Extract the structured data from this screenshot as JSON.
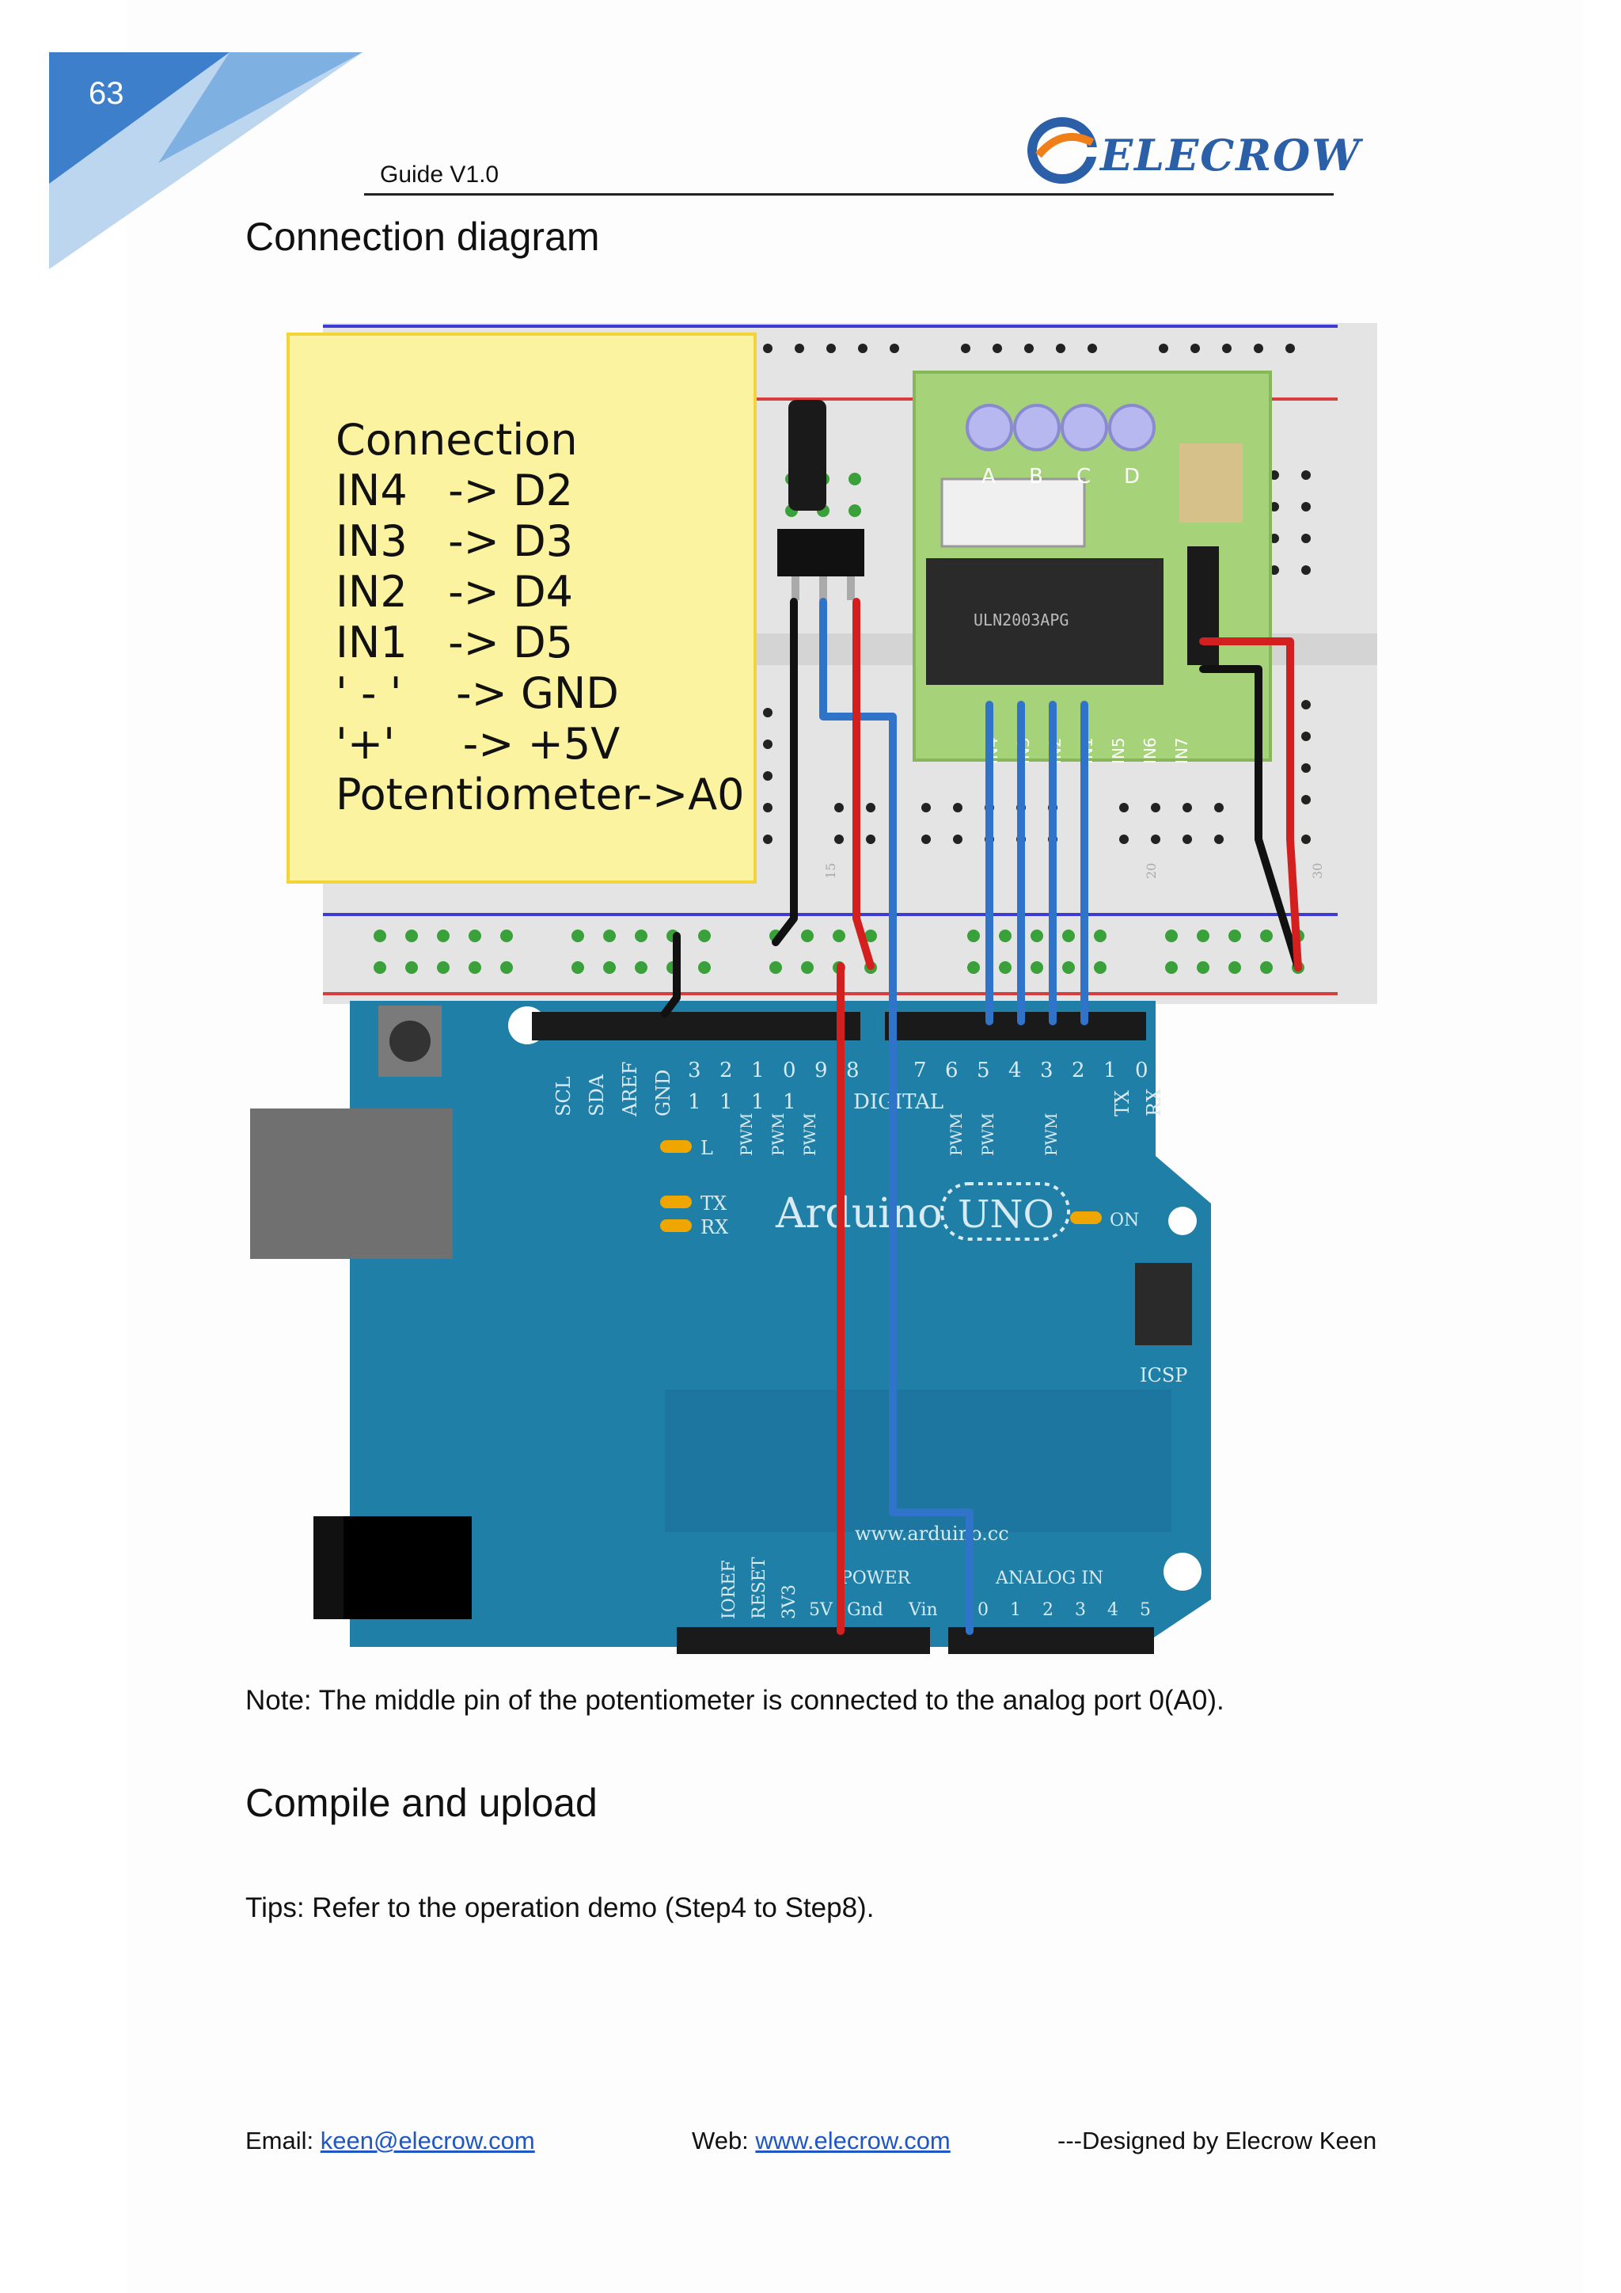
{
  "header": {
    "page_number": "63",
    "guide_label": "Guide  V1.0",
    "logo_text": "ELECROW"
  },
  "sections": {
    "connection_title": "Connection diagram",
    "compile_title": "Compile and upload"
  },
  "diagram": {
    "note_lines": [
      "Connection",
      "IN4   -> D2",
      "IN3   -> D3",
      "IN2   -> D4",
      "IN1   -> D5",
      "' - '    -> GND",
      "'+'     -> +5V",
      "Potentiometer->A0"
    ],
    "driver_labels": [
      "A",
      "B",
      "C",
      "D"
    ],
    "driver_chip": "ULN2003APG",
    "driver_inputs": [
      "IN4",
      "IN3",
      "IN2",
      "IN1",
      "IN5",
      "IN6",
      "IN7"
    ],
    "board_name": "Arduino",
    "board_model": "UNO",
    "board_url": "www.arduino.cc",
    "digital_label": "DIGITAL",
    "digital_pins_top": [
      "3",
      "2",
      "1",
      "0",
      "9",
      "8",
      "7",
      "6",
      "5",
      "4",
      "3",
      "2",
      "1",
      "0"
    ],
    "digital_pins_tens": [
      "1",
      "1",
      "1",
      "1"
    ],
    "left_header_labels": [
      "SCL",
      "SDA",
      "AREF",
      "GND"
    ],
    "pwm_label": "PWM",
    "tx_rx": [
      "TX",
      "RX"
    ],
    "led_labels": [
      "L",
      "TX",
      "RX",
      "ON"
    ],
    "icsp_label": "ICSP",
    "power_labels": [
      "IOREF",
      "RESET",
      "3V3",
      "5V",
      "Gnd",
      "Vin"
    ],
    "power_title": "POWER",
    "analog_title": "ANALOG IN",
    "analog_pins": [
      "0",
      "1",
      "2",
      "3",
      "4",
      "5"
    ],
    "breadboard_numbers": [
      "15",
      "20",
      "30"
    ],
    "colors": {
      "board": "#1f7fa6",
      "wire_red": "#d41f1f",
      "wire_blue": "#2f74c9",
      "wire_black": "#111111",
      "note_bg": "#fbf3a0"
    }
  },
  "note_text": "Note: The middle pin of the potentiometer is connected to the analog port 0(A0).",
  "tips_text": "Tips: Refer to the operation demo (Step4 to Step8).",
  "footer": {
    "email_label": "Email: ",
    "email_link": "keen@elecrow.com",
    "web_label": "Web: ",
    "web_link": "www.elecrow.com",
    "designed_prefix": "---Designed by ",
    "designed_name": "Elecrow Keen"
  }
}
